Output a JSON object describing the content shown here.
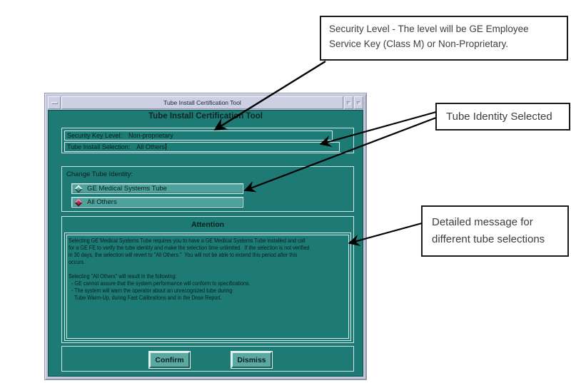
{
  "colors": {
    "dialog_background": "#1E7A75",
    "option_row_background": "#4EA29B",
    "button_background": "#5CA9A2",
    "selected_diamond_red": "#B52D4E",
    "window_frame": "#C4C8DA",
    "callout_border": "#1A1A1A"
  },
  "callouts": {
    "security_level": "Security Level - The level will be GE Employee Service Key (Class M) or Non-Proprietary.",
    "tube_identity": "Tube Identity Selected",
    "detailed_message": "Detailed message for different tube selections"
  },
  "window": {
    "titlebar_title": "Tube Install Certification Tool",
    "heading": "Tube Install Certification Tool",
    "status_fields": [
      {
        "label": "Security Key Level:",
        "value": "Non-proprietary"
      },
      {
        "label": "Tube Install Selection:",
        "value": "All Others"
      }
    ],
    "change_tube_identity": {
      "label": "Change Tube Identity:",
      "options": [
        {
          "label": "GE Medical Systems Tube",
          "selected": false
        },
        {
          "label": "All Others",
          "selected": true
        }
      ]
    },
    "attention": {
      "title": "Attention",
      "paragraph1": "Selecting GE Medical Systems Tube requires you to have a GE Medical Systems Tube installed and call\nfor a GE FE to verify the tube identity and make the selection time unlimited.  If the selection is not verified\nin 30 days, the selection will revert to \"All Others.\"  You will not be able to extend this period after this\noccurs.",
      "paragraph2": "Selecting \"All Others\" will result in the following:\n  - GE cannot assure that the system performance will conform to specifications.\n  - The system will warn the operator about an unrecognized tube during\n    Tube Warm-Up, during Fast Calibrations and in the Dose Report."
    },
    "buttons": {
      "confirm": "Confirm",
      "dismiss": "Dismiss"
    }
  }
}
